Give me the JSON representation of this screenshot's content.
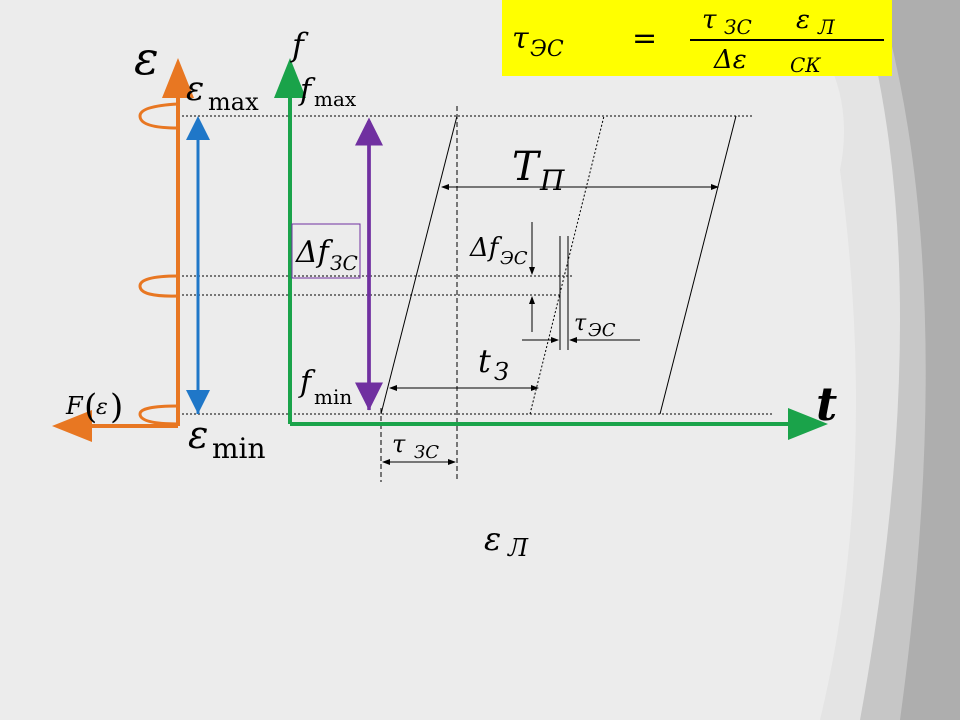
{
  "formula": {
    "lhs": "τ",
    "lhs_sub": "ЭС",
    "equals": "=",
    "num_tau": "τ",
    "num_tau_sub": "ЗС",
    "num_eps": "ε",
    "num_eps_sub": "Л",
    "den_delta": "Δε",
    "den_sub": "СК",
    "highlight_color": "#ffff00"
  },
  "axes": {
    "eps_symbol": "ε",
    "eps_max_sym": "ε",
    "eps_max_sub": "max",
    "eps_min_sym": "ε",
    "eps_min_sub": "min",
    "F_label": "F",
    "F_arg": "ε",
    "f_symbol": "f",
    "f_max_sym": "f",
    "f_max_sub": "max",
    "f_min_sym": "f",
    "f_min_sub": "min",
    "t_symbol": "t",
    "eps_axis_color": "#e87722",
    "f_axis_color": "#1aa34a",
    "eps_range_color": "#1f77c8",
    "f_range_color": "#7030a0"
  },
  "labels": {
    "T_sym": "T",
    "T_sub": "П",
    "df_zs_sym": "Δf",
    "df_zs_sub": "ЗС",
    "df_es_sym": "Δf",
    "df_es_sub": "ЭС",
    "tau_es_sym": "τ",
    "tau_es_sub": "ЭС",
    "t_z_sym": "t",
    "t_z_sub": "З",
    "tau_zs_sym": "τ",
    "tau_zs_sub": "ЗС",
    "eps_l_sym": "ε",
    "eps_l_sub": "Л"
  }
}
